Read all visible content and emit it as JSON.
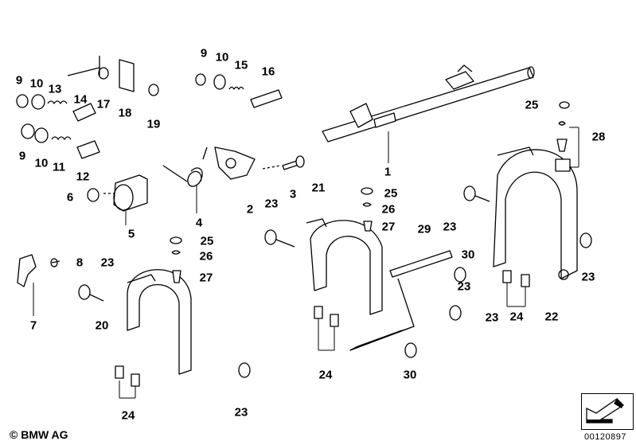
{
  "diagram": {
    "title": "Gearshift parts (exploded view)",
    "callouts": [
      {
        "id": "c1",
        "text": "1"
      },
      {
        "id": "c2",
        "text": "2"
      },
      {
        "id": "c3",
        "text": "3"
      },
      {
        "id": "c4",
        "text": "4"
      },
      {
        "id": "c5",
        "text": "5"
      },
      {
        "id": "c6",
        "text": "6"
      },
      {
        "id": "c7",
        "text": "7"
      },
      {
        "id": "c8",
        "text": "8"
      },
      {
        "id": "c9a",
        "text": "9"
      },
      {
        "id": "c9b",
        "text": "9"
      },
      {
        "id": "c9c",
        "text": "9"
      },
      {
        "id": "c10a",
        "text": "10"
      },
      {
        "id": "c10b",
        "text": "10"
      },
      {
        "id": "c10c",
        "text": "10"
      },
      {
        "id": "c11",
        "text": "11"
      },
      {
        "id": "c12",
        "text": "12"
      },
      {
        "id": "c13",
        "text": "13"
      },
      {
        "id": "c14",
        "text": "14"
      },
      {
        "id": "c15",
        "text": "15"
      },
      {
        "id": "c16",
        "text": "16"
      },
      {
        "id": "c17",
        "text": "17"
      },
      {
        "id": "c18",
        "text": "18"
      },
      {
        "id": "c19",
        "text": "19"
      },
      {
        "id": "c20",
        "text": "20"
      },
      {
        "id": "c21",
        "text": "21"
      },
      {
        "id": "c22",
        "text": "22"
      },
      {
        "id": "c23a",
        "text": "23"
      },
      {
        "id": "c23b",
        "text": "23"
      },
      {
        "id": "c23c",
        "text": "23"
      },
      {
        "id": "c23d",
        "text": "23"
      },
      {
        "id": "c23e",
        "text": "23"
      },
      {
        "id": "c23f",
        "text": "23"
      },
      {
        "id": "c23g",
        "text": "23"
      },
      {
        "id": "c24a",
        "text": "24"
      },
      {
        "id": "c24b",
        "text": "24"
      },
      {
        "id": "c24c",
        "text": "24"
      },
      {
        "id": "c25a",
        "text": "25"
      },
      {
        "id": "c25b",
        "text": "25"
      },
      {
        "id": "c25c",
        "text": "25"
      },
      {
        "id": "c26a",
        "text": "26"
      },
      {
        "id": "c26b",
        "text": "26"
      },
      {
        "id": "c27a",
        "text": "27"
      },
      {
        "id": "c27b",
        "text": "27"
      },
      {
        "id": "c28",
        "text": "28"
      },
      {
        "id": "c29",
        "text": "29"
      },
      {
        "id": "c30a",
        "text": "30"
      },
      {
        "id": "c30b",
        "text": "30"
      }
    ]
  },
  "footer": {
    "copyright": "© BMW AG",
    "document_number": "00120897",
    "nav_icon": "arrow-down-left-icon"
  }
}
